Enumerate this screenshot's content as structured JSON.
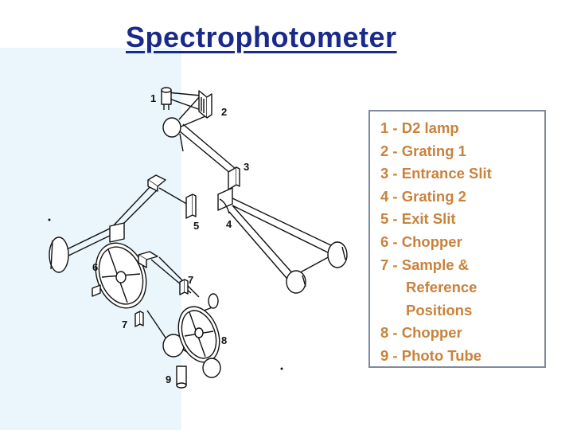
{
  "title": "Spectrophotometer",
  "legend": {
    "items": [
      {
        "num": "1",
        "text": "1 - D2 lamp"
      },
      {
        "num": "2",
        "text": "2 - Grating 1"
      },
      {
        "num": "3",
        "text": "3 - Entrance Slit"
      },
      {
        "num": "4",
        "text": "4 - Grating 2"
      },
      {
        "num": "5",
        "text": "5 - Exit Slit"
      },
      {
        "num": "6",
        "text": "6 - Chopper"
      },
      {
        "num": "7",
        "text": "7 - Sample &",
        "continuation": [
          "Reference",
          "Positions"
        ]
      },
      {
        "num": "8",
        "text": "8 - Chopper"
      },
      {
        "num": "9",
        "text": "9 - Photo Tube"
      }
    ]
  },
  "diagram_labels": {
    "l1": "1",
    "l2": "2",
    "l3": "3",
    "l4": "4",
    "l5": "5",
    "l6": "6",
    "l7a": "7",
    "l7b": "7",
    "l8": "8",
    "l9": "9"
  },
  "colors": {
    "title": "#1a2a8a",
    "legend_text": "#c9823c",
    "legend_border": "#7f8a9a",
    "background_band": "#eaf6fb"
  }
}
